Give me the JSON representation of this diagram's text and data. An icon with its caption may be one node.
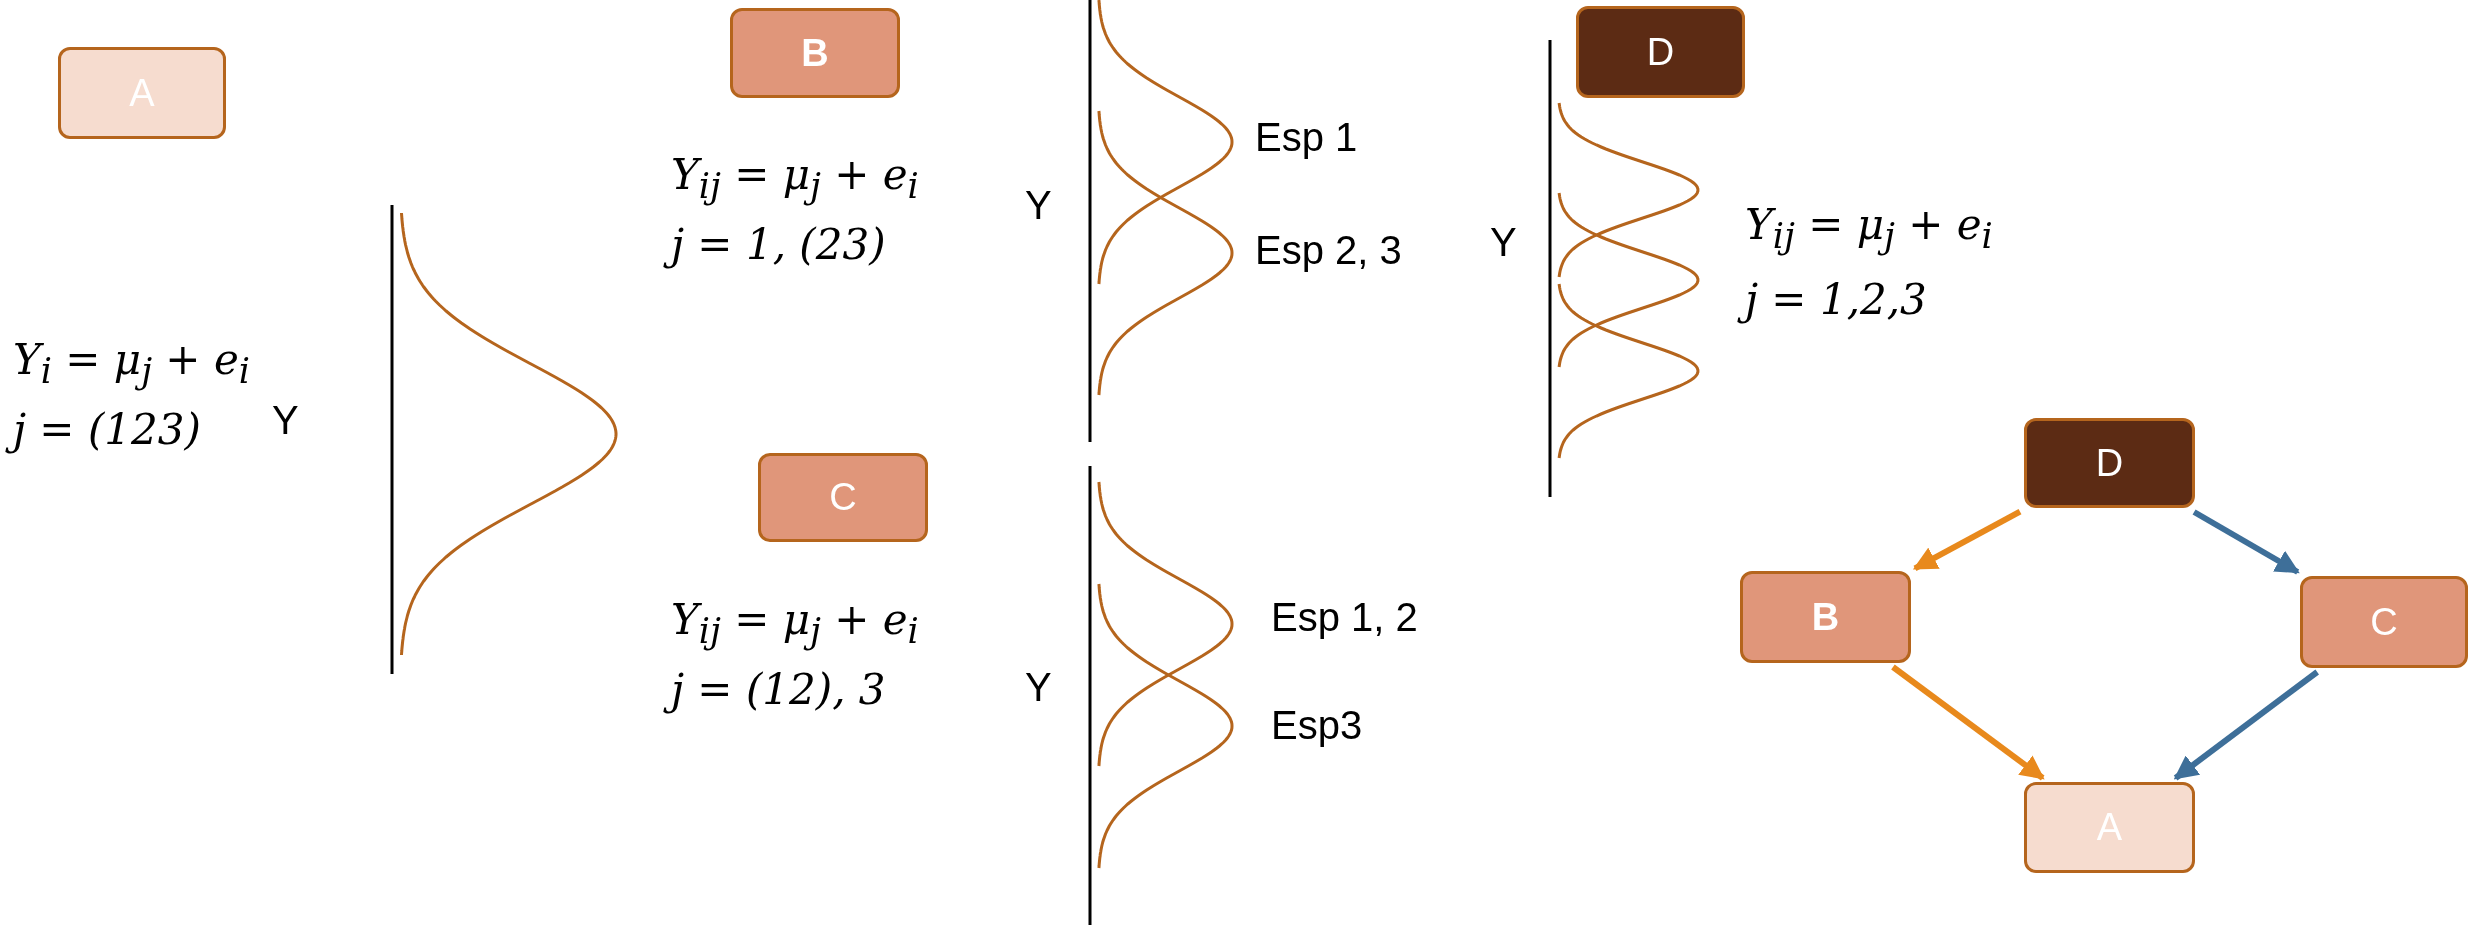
{
  "diagram": {
    "nodes": [
      {
        "text": [
          "A"
        ]
      },
      {
        "text": [
          "B"
        ]
      },
      {
        "text": [
          "C"
        ]
      },
      {
        "text": [
          "D"
        ]
      },
      {
        "text": [
          "D"
        ]
      },
      {
        "text": [
          "B"
        ]
      },
      {
        "text": [
          "C"
        ]
      },
      {
        "text": [
          "A"
        ]
      }
    ],
    "edges": [
      {
        "from": 4,
        "to": 5,
        "arrow": "to",
        "color": "#e8891c"
      },
      {
        "from": 4,
        "to": 6,
        "arrow": "to",
        "color": "#3e6f99"
      },
      {
        "from": 5,
        "to": 7,
        "arrow": "to",
        "color": "#e8891c"
      },
      {
        "from": 6,
        "to": 7,
        "arrow": "to",
        "color": "#3e6f99"
      }
    ],
    "labels": [
      "Y$_{i}$ = μ$_{j}$ + e$_{i}$",
      "j = (123)",
      "Y",
      "Y$_{ij}$ = μ$_{j}$ + e$_{i}$",
      "j = 1, (23)",
      "Y",
      "Esp 1",
      "Esp 2, 3",
      "Y$_{ij}$ = μ$_{j}$ + e$_{i}$",
      "j = (12), 3",
      "Y",
      "Esp 1, 2",
      "Esp3",
      "Y",
      "Y$_{ij}$ = μ$_{j}$ + e$_{i}$",
      "j = 1,2,3"
    ]
  }
}
